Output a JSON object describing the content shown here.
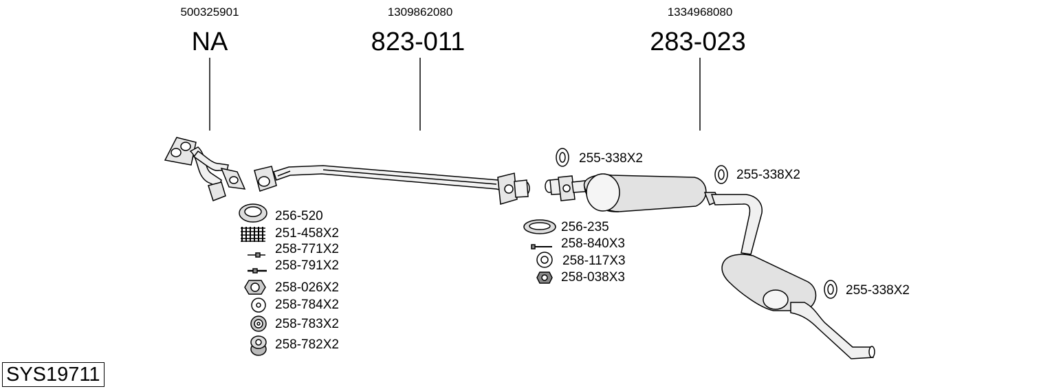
{
  "assemblies": [
    {
      "oem": "500325901",
      "part": "NA"
    },
    {
      "oem": "1309862080",
      "part": "823-011"
    },
    {
      "oem": "1334968080",
      "part": "283-023"
    }
  ],
  "left_hardware": [
    "256-520",
    "251-458X2",
    "258-771X2",
    "258-791X2",
    "258-026X2",
    "258-784X2",
    "258-783X2",
    "258-782X2"
  ],
  "mid_hardware": [
    "256-235",
    "258-840X3",
    "258-117X3",
    "258-038X3"
  ],
  "rubber_mounts": [
    "255-338X2",
    "255-338X2",
    "255-338X2"
  ],
  "system_id": "SYS19711"
}
